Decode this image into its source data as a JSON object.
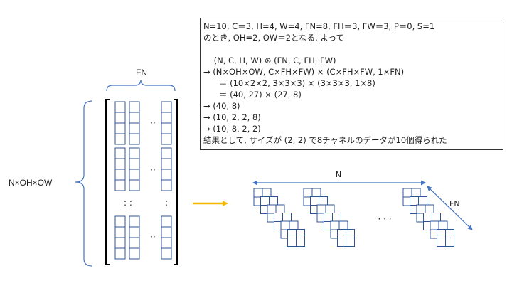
{
  "note": {
    "lines": [
      "N=10, C＝3, H=4, W=4, FN=8, FH＝3, FW＝3, P＝0, S=1",
      "のとき, OH=2, OW＝2となる. よって",
      "",
      "    (N, C, H, W) ⊛ (FN, C, FH, FW)",
      "→ (N×OH×OW, C×FH×FW) × (C×FH×FW, 1×FN)",
      "      ＝ (10×2×2, 3×3×3) × (3×3×3, 1×8)",
      "      ＝ (40, 27) × (27, 8)",
      "→ (40, 8)",
      "→ (10, 2, 2, 8)",
      "→ (10, 8, 2, 2)",
      "結果として, サイズが (2, 2) で8チャネルのデータが10個得られた"
    ]
  },
  "labels": {
    "fn_top": "FN",
    "rows_left": "N×OH×OW",
    "n_top": "N",
    "fn_diag": "FN",
    "matrix_dots_h": "··",
    "matrix_dots_v": ": :",
    "matrix_dots_v2": ":",
    "cube_dots": "· · ·"
  },
  "colors": {
    "grid": "#2f5597",
    "brace": "#4472c4",
    "arrow": "#f5b800"
  }
}
